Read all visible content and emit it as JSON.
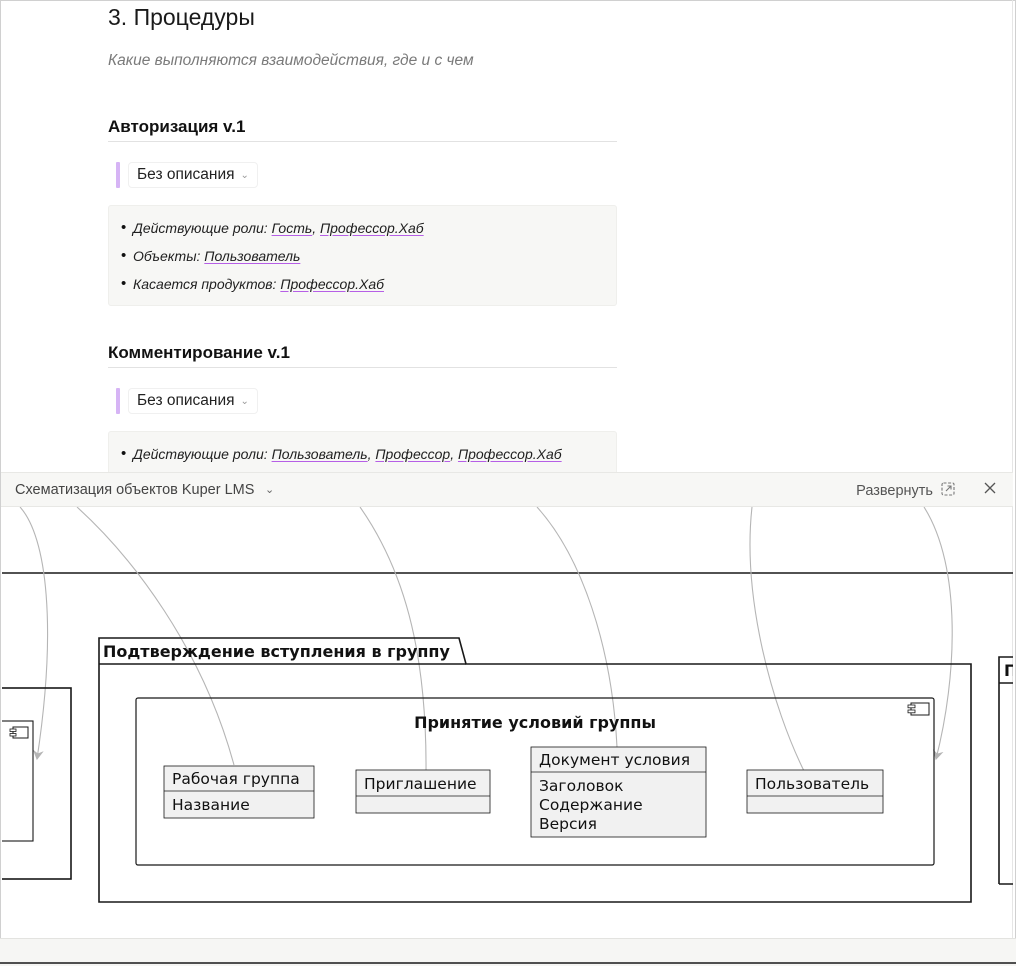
{
  "doc": {
    "section_title": "3. Процедуры",
    "section_subtitle": "Какие выполняются взаимодействия, где и с чем",
    "procedures": [
      {
        "title": "Авторизация v.1",
        "description": "Без описания",
        "props": [
          {
            "label": "Действующие роли: ",
            "links": [
              "Гость",
              "Профессор.Хаб"
            ]
          },
          {
            "label": "Объекты: ",
            "links": [
              "Пользователь"
            ]
          },
          {
            "label": "Касается продуктов: ",
            "links": [
              "Профессор.Хаб"
            ]
          }
        ]
      },
      {
        "title": "Комментирование v.1",
        "description": "Без описания",
        "props": [
          {
            "label": "Действующие роли: ",
            "links": [
              "Пользователь",
              "Профессор",
              "Профессор.Хаб"
            ]
          }
        ]
      }
    ],
    "separator": ", "
  },
  "panel": {
    "title": "Схематизация объектов Kuper LMS",
    "expand_label": "Развернуть",
    "icons": {
      "title_chevron": "chevron-down-icon",
      "expand": "expand-icon",
      "close": "close-icon"
    }
  },
  "diagram": {
    "package_title": "Подтверждение вступления в группу",
    "right_package_title_fragment": "П",
    "component_title": "Принятие условий группы",
    "classes": [
      {
        "name": "Рабочая группа",
        "fields": [
          "Название"
        ]
      },
      {
        "name": "Приглашение",
        "fields": []
      },
      {
        "name": "Документ условия",
        "fields": [
          "Заголовок",
          "Содержание",
          "Версия"
        ]
      },
      {
        "name": "Пользователь",
        "fields": []
      }
    ],
    "colors": {
      "class_fill": "#f1f1f1",
      "edge": "#b5b5b5",
      "border": "#181818"
    }
  }
}
